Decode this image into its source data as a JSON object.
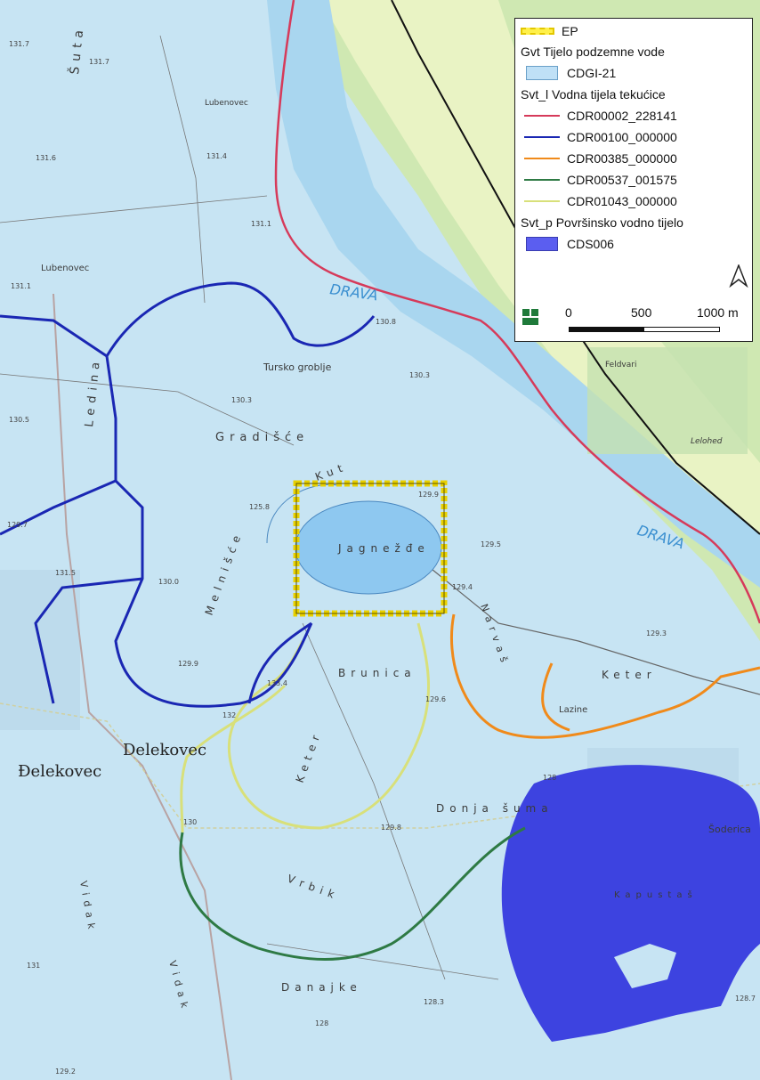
{
  "map": {
    "place_labels": [
      "Lubenovec",
      "Lubenovec",
      "Tursko groblje",
      "Gradišće",
      "Ledina",
      "Melnišće",
      "Jagnežđe",
      "Kut",
      "Brunica",
      "Narvaš",
      "Keter",
      "Lazine",
      "Keter",
      "Donja šuma",
      "Vrbik",
      "Danajke",
      "Vidak",
      "Vidak",
      "Kapustaš",
      "Šoderica",
      "Šuta",
      "Feldvari",
      "Lelohed",
      "Delekovec",
      "Đelekovec"
    ],
    "river_labels": [
      "DRAVA",
      "DRAVA"
    ],
    "spot_heights": [
      "131.7",
      "131.7",
      "131.6",
      "131.4",
      "131.1",
      "131.1",
      "130.8",
      "130.3",
      "130.3",
      "130.5",
      "129.9",
      "125.8",
      "130.0",
      "129.7",
      "131.5",
      "129.5",
      "129.4",
      "129.3",
      "129.9",
      "133.4",
      "129.6",
      "129.8",
      "128.3",
      "128.7",
      "131",
      "128",
      "128",
      "129.2",
      "130",
      "132"
    ],
    "colors": {
      "water_background": "#bfe0f2",
      "forest_green": "#c9e3a8",
      "dark_lake": "#3d43e0"
    }
  },
  "legend": {
    "ep_label": "EP",
    "groundwater_title": "Gvt Tijelo podzemne vode",
    "groundwater_item": "CDGI-21",
    "rivers_title": "Svt_l Vodna tijela tekućice",
    "rivers": [
      {
        "label": "CDR00002_228141",
        "color": "#d63a5a"
      },
      {
        "label": "CDR00100_000000",
        "color": "#1a27b3"
      },
      {
        "label": "CDR00385_000000",
        "color": "#f08a1a"
      },
      {
        "label": "CDR00537_001575",
        "color": "#2e7a44"
      },
      {
        "label": "CDR01043_000000",
        "color": "#d8e07a"
      }
    ],
    "surface_title": "Svt_p Površinsko vodno tijelo",
    "surface_item": "CDS006",
    "surface_color": "#5b5ef0",
    "groundwater_color": "#bfe0f6",
    "scale_labels": [
      "0",
      "500",
      "1000 m"
    ],
    "north_icon": "north-arrow-icon",
    "logo_icon": "agency-logo-icon"
  }
}
